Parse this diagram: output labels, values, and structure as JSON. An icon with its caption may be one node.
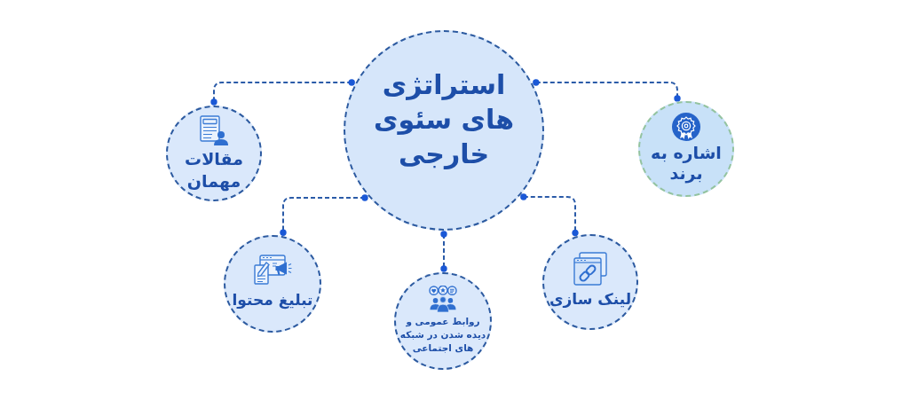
{
  "diagram": {
    "nodes": [
      {
        "text": [
          "استراتژی های سئوی خارجی"
        ]
      },
      {
        "text": [
          "اشاره به برند"
        ]
      },
      {
        "text": [
          "مقالات مهمان"
        ]
      },
      {
        "text": [
          "لینک سازی"
        ]
      },
      {
        "text": [
          "روابط عمومی و دیده شدن در شبکه های اجتماعی"
        ]
      },
      {
        "text": [
          "تبلیغ محتوا"
        ]
      }
    ],
    "edges": [
      {
        "from": 0,
        "to": 1,
        "arrow": "other"
      },
      {
        "from": 0,
        "to": 2,
        "arrow": "other"
      },
      {
        "from": 0,
        "to": 3,
        "arrow": "other"
      },
      {
        "from": 0,
        "to": 4,
        "arrow": "other"
      },
      {
        "from": 0,
        "to": 5,
        "arrow": "other"
      }
    ]
  }
}
